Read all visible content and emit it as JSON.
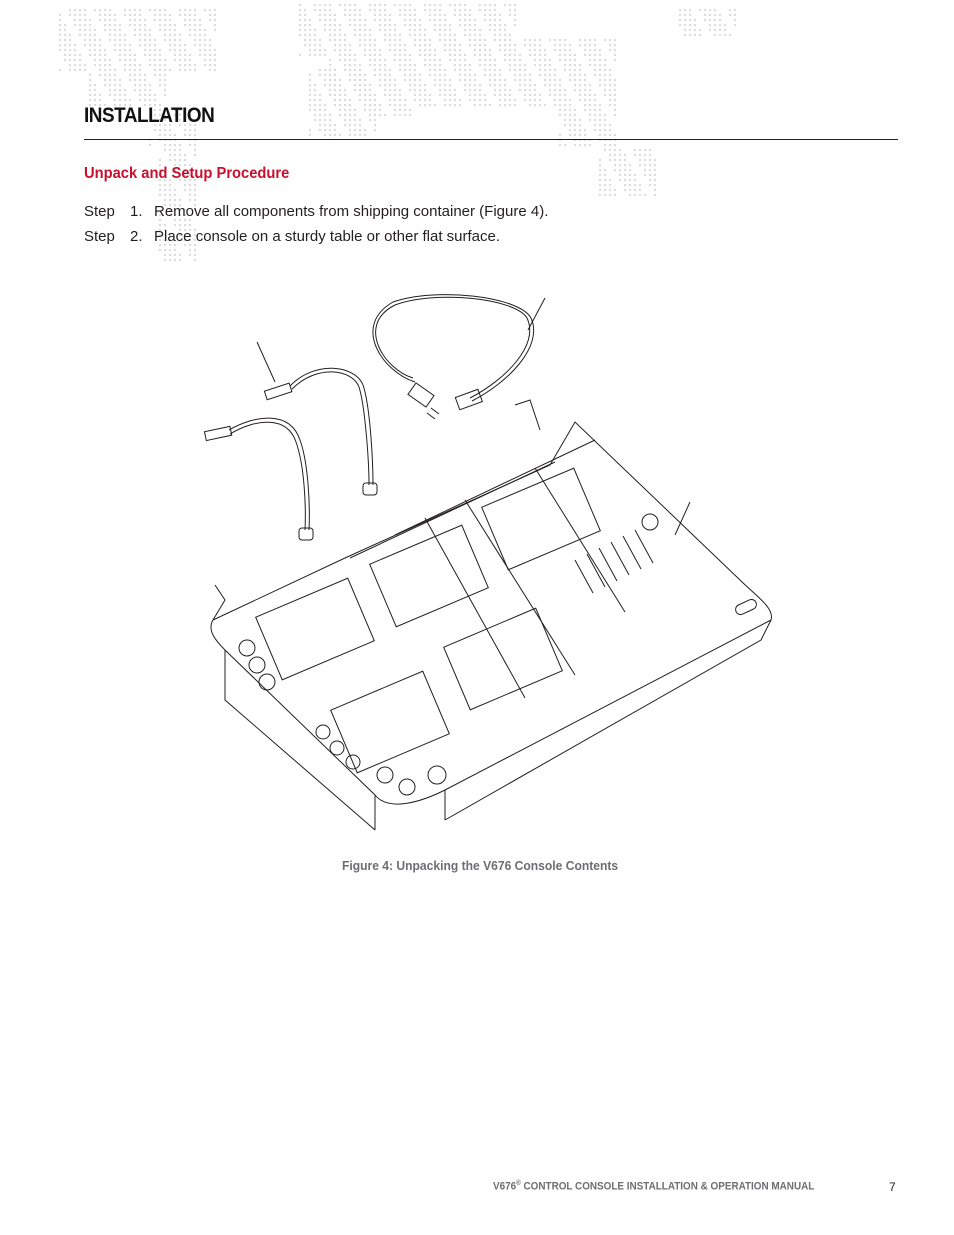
{
  "header": {
    "section_title": "INSTALLATION",
    "subsection_title": "Unpack and Setup Procedure"
  },
  "steps": [
    {
      "label": "Step",
      "number": "1.",
      "text_before": "Remove all components from shipping container (",
      "link": "Figure 4",
      "text_after": ")."
    },
    {
      "label": "Step",
      "number": "2.",
      "text": "Place console on a sturdy table or other flat surface."
    }
  ],
  "figure": {
    "caption": "Figure 4:  Unpacking the V676 Console Contents"
  },
  "footer": {
    "product": "V676",
    "registered_mark": "®",
    "manual_title": " CONTROL CONSOLE INSTALLATION & OPERATION MANUAL",
    "page_number": "7"
  },
  "colors": {
    "heading_accent": "#c8102e",
    "caption_gray": "#6d6e71",
    "map_dots": "#d9d9d9"
  }
}
